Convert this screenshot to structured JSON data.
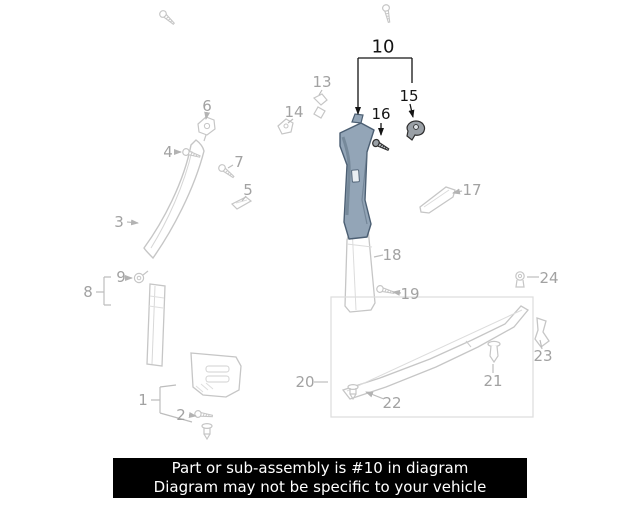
{
  "diagram": {
    "highlighted_part": "10",
    "callouts": {
      "p1": "1",
      "p2": "2",
      "p3": "3",
      "p4": "4",
      "p5": "5",
      "p6": "6",
      "p7": "7",
      "p8": "8",
      "p9": "9",
      "p10": "10",
      "p13": "13",
      "p14": "14",
      "p15": "15",
      "p16": "16",
      "p17": "17",
      "p18": "18",
      "p19": "19",
      "p20": "20",
      "p21": "21",
      "p22": "22",
      "p23": "23",
      "p24": "24"
    },
    "colors": {
      "highlight_fill": "#93a5b7",
      "highlight_stroke": "#4c5f73",
      "part_outline_gray": "#c6c6c6",
      "callout_gray": "#a2a2a2",
      "callout_black": "#141414",
      "banner_bg": "#000000",
      "banner_text": "#ffffff"
    }
  },
  "banner": {
    "line1": "Part or sub-assembly is #10 in diagram",
    "line2": "Diagram may not be specific to your vehicle"
  }
}
